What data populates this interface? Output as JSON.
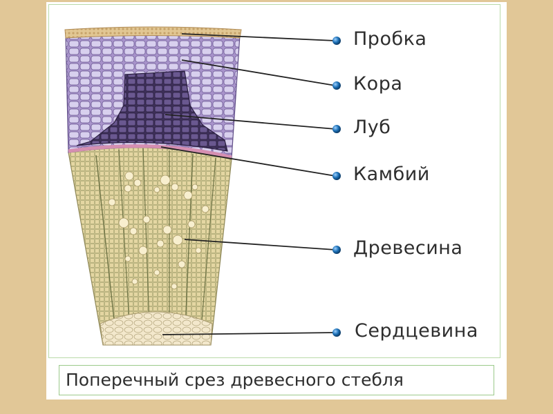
{
  "labels": {
    "cork": "Пробка",
    "cortex": "Кора",
    "phloem": "Луб",
    "cambium": "Камбий",
    "wood": "Древесина",
    "pith": "Сердцевина"
  },
  "caption": "Поперечный срез древесного стебля",
  "colors": {
    "page_background": "#e1c797",
    "cork": "#d8b98a",
    "cortex": "#9b85c0",
    "phloem": "#4f3f6e",
    "cambium": "#c98aa8",
    "wood": "#d9c98f",
    "pith": "#efe2c3",
    "marker": "#1e72b8",
    "frame_border": "#9bc98a"
  }
}
